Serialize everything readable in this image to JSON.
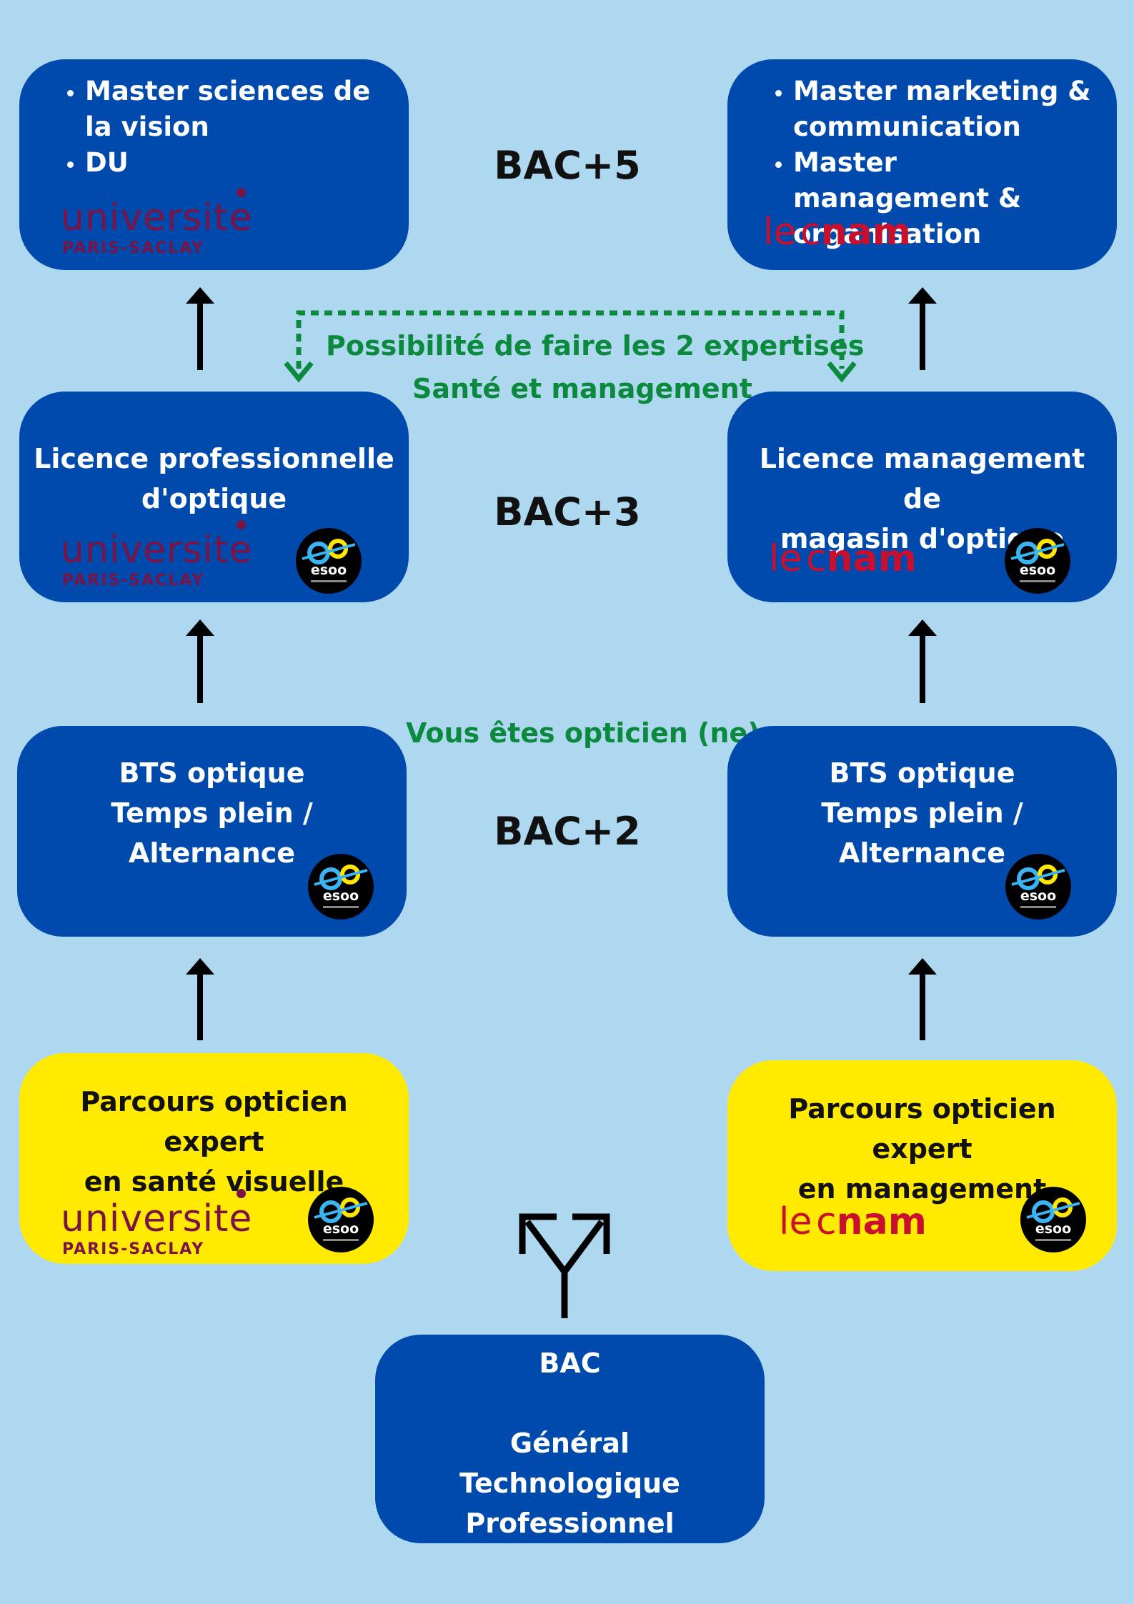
{
  "levels": {
    "bac5": "BAC+5",
    "bac3": "BAC+3",
    "bac2": "BAC+2"
  },
  "notes": {
    "both_line1": "Possibilité de faire les 2 expertises",
    "both_line2": "Santé et management",
    "optician": "Vous êtes opticien (ne)"
  },
  "boxes": {
    "master_left": {
      "items": [
        "Master sciences de la vision",
        "DU"
      ]
    },
    "master_right": {
      "items": [
        "Master marketing & communication",
        "Master management & organisation"
      ]
    },
    "licence_left": {
      "line1": "Licence professionnelle",
      "line2": "d'optique"
    },
    "licence_right": {
      "line1": "Licence management de",
      "line2": "magasin d'optique"
    },
    "bts_left": {
      "line1": "BTS optique",
      "line2": "Temps plein / Alternance"
    },
    "bts_right": {
      "line1": "BTS optique",
      "line2": "Temps plein / Alternance"
    },
    "parcours_left": {
      "line1": "Parcours opticien expert",
      "line2": "en santé visuelle"
    },
    "parcours_right": {
      "line1": "Parcours opticien expert",
      "line2": "en management"
    },
    "bac": {
      "line1": "BAC",
      "line2": "Général",
      "line3": "Technologique",
      "line4": "Professionnel"
    }
  },
  "logos": {
    "universite_word": "universite",
    "universite_sub": "PARIS-SACLAY",
    "cnam_le": "le",
    "cnam_c": "c",
    "cnam_nam": "nam",
    "esoo": "esoo"
  },
  "colors": {
    "background": "#add8f0",
    "box_blue": "#0049ad",
    "box_yellow": "#ffea00",
    "note_green": "#0b8a3e",
    "universite": "#7a1446",
    "cnam": "#c8102e"
  },
  "icons": [
    "arrow-up-icon",
    "fork-arrow-icon",
    "dashed-bracket-arrow-icon"
  ]
}
